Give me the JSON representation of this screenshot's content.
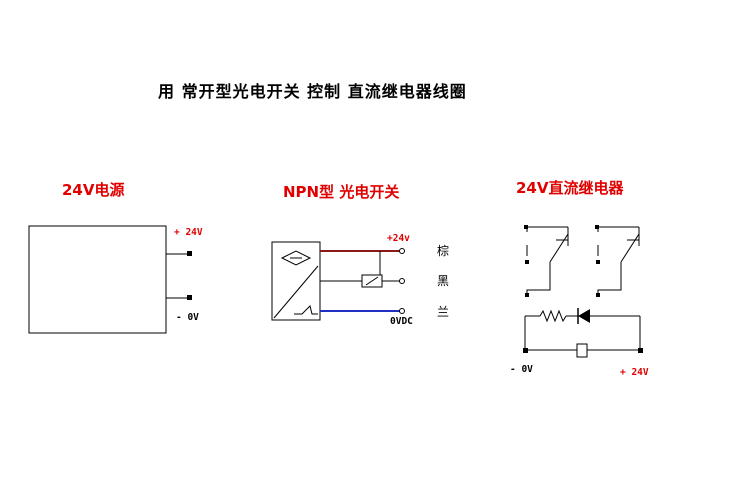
{
  "title": "用 常开型光电开关 控制 直流继电器线圈",
  "sections": {
    "power": {
      "label": "24V电源",
      "plus_label": "+ 24V",
      "minus_label": "- 0V"
    },
    "sensor": {
      "label": "NPN型 光电开关",
      "plus_label": "+24v",
      "zero_label": "0VDC",
      "wire_brown": "棕",
      "wire_black": "黑",
      "wire_blue": "兰"
    },
    "relay": {
      "label": "24V直流继电器",
      "minus_label": "- 0V",
      "plus_label": "+ 24V"
    }
  },
  "colors": {
    "label_red": "#e00000",
    "wire_brown": "#8b1a1a",
    "wire_blue": "#2030c0",
    "line_black": "#000000"
  }
}
